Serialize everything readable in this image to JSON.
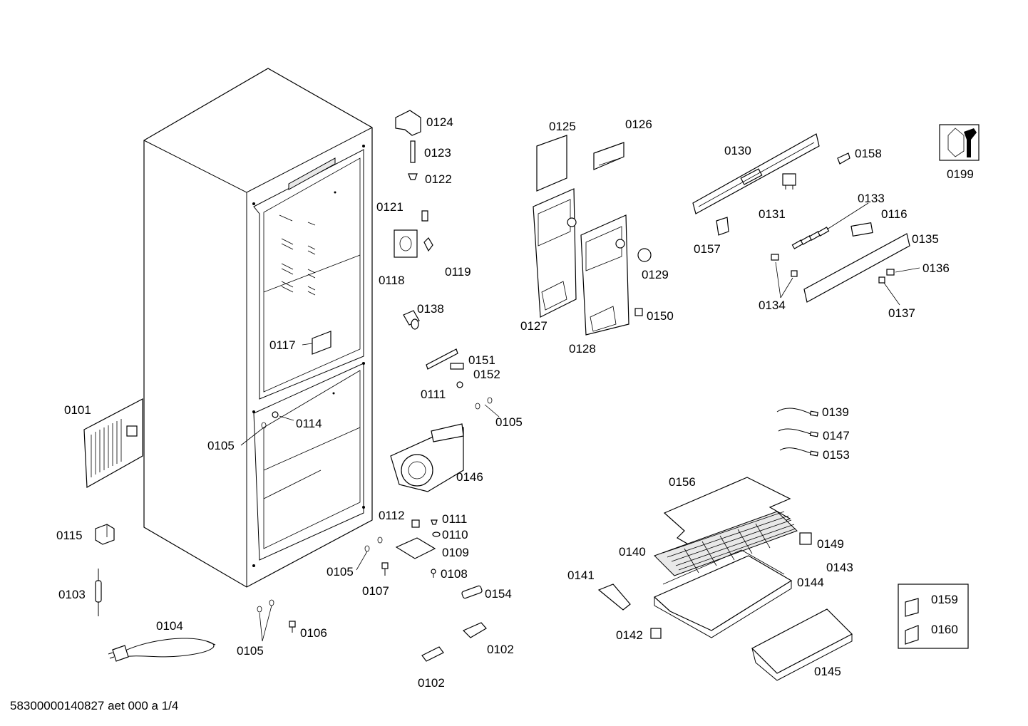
{
  "footer_text": "58300000140827 aet 000 a 1/4",
  "labels": {
    "p0101": "0101",
    "p0102a": "0102",
    "p0102b": "0102",
    "p0103": "0103",
    "p0104": "0104",
    "p0105a": "0105",
    "p0105b": "0105",
    "p0105c": "0105",
    "p0105d": "0105",
    "p0106": "0106",
    "p0107": "0107",
    "p0108": "0108",
    "p0109": "0109",
    "p0110": "0110",
    "p0111a": "0111",
    "p0111b": "0111",
    "p0112": "0112",
    "p0114": "0114",
    "p0115": "0115",
    "p0116": "0116",
    "p0117": "0117",
    "p0118": "0118",
    "p0119": "0119",
    "p0121": "0121",
    "p0122": "0122",
    "p0123": "0123",
    "p0124": "0124",
    "p0125": "0125",
    "p0126": "0126",
    "p0127": "0127",
    "p0128": "0128",
    "p0129": "0129",
    "p0130": "0130",
    "p0131": "0131",
    "p0133": "0133",
    "p0134": "0134",
    "p0135": "0135",
    "p0136": "0136",
    "p0137": "0137",
    "p0138": "0138",
    "p0139": "0139",
    "p0140": "0140",
    "p0141": "0141",
    "p0142": "0142",
    "p0143": "0143",
    "p0144": "0144",
    "p0145": "0145",
    "p0146": "0146",
    "p0147": "0147",
    "p0149": "0149",
    "p0150": "0150",
    "p0151": "0151",
    "p0152": "0152",
    "p0153": "0153",
    "p0154": "0154",
    "p0156": "0156",
    "p0157": "0157",
    "p0158": "0158",
    "p0159": "0159",
    "p0160": "0160",
    "p0199": "0199"
  }
}
